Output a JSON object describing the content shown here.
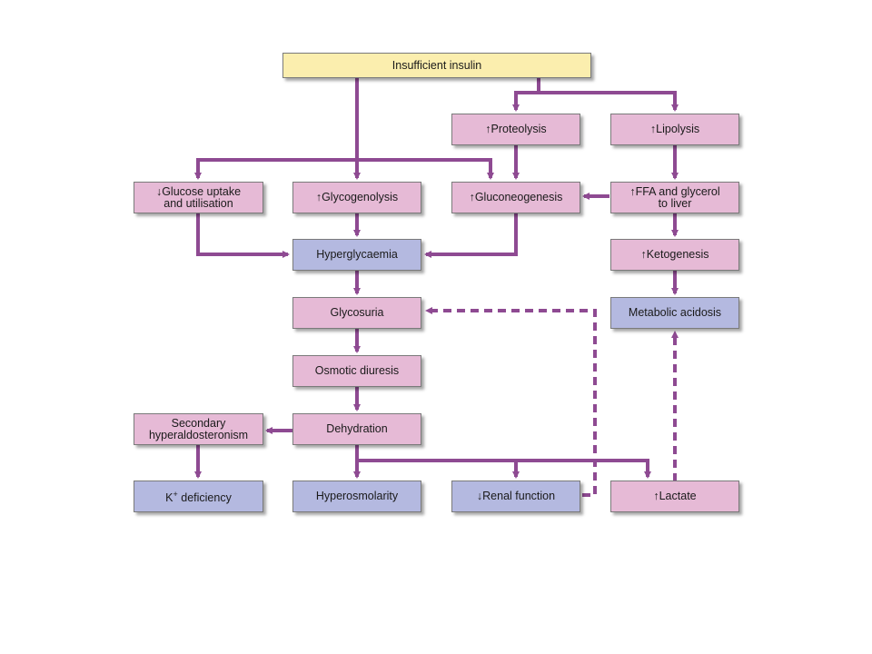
{
  "colors": {
    "arrow": "#8e4a92",
    "cause_box": "#e6bad6",
    "outcome_box": "#b4b9e0",
    "root_box": "#fbeeae"
  },
  "nodes": {
    "insufficient_insulin": "Insufficient insulin",
    "proteolysis": "↑Proteolysis",
    "lipolysis": "↑Lipolysis",
    "glucose_uptake": "↓Glucose uptake\nand utilisation",
    "glycogenolysis": "↑Glycogenolysis",
    "gluconeogenesis": "↑Gluconeogenesis",
    "ffa_glycerol": "↑FFA and glycerol\nto liver",
    "hyperglycaemia": "Hyperglycaemia",
    "ketogenesis": "↑Ketogenesis",
    "glycosuria": "Glycosuria",
    "metabolic_acidosis": "Metabolic acidosis",
    "osmotic_diuresis": "Osmotic diuresis",
    "secondary_hyperaldosteronism": "Secondary\nhyperaldosteronism",
    "dehydration": "Dehydration",
    "k_deficiency_k": "K",
    "k_deficiency_sup": "+",
    "k_deficiency_rest": " deficiency",
    "hyperosmolarity": "Hyperosmolarity",
    "renal_function": "↓Renal function",
    "lactate": "↑Lactate"
  }
}
